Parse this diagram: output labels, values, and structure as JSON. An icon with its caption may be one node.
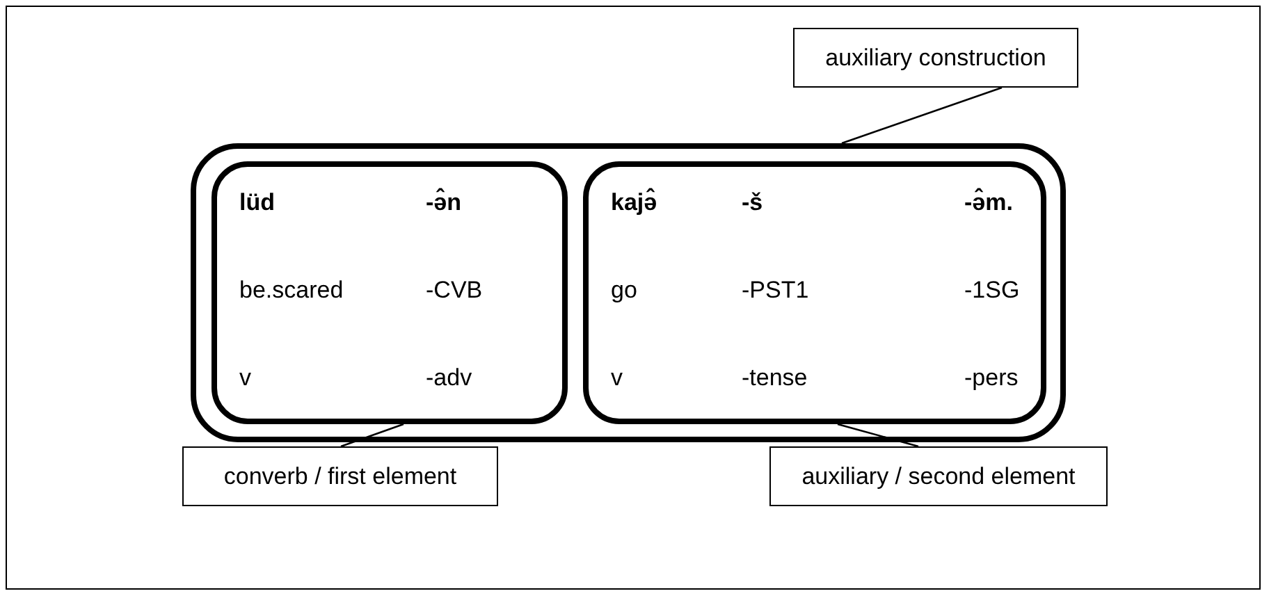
{
  "diagram": {
    "nodes": [
      {
        "text": [],
        "shape": "box"
      },
      {
        "text": [
          "lüd",
          "-ə̂n",
          "be.scared",
          "-CVB",
          "v",
          "-adv"
        ],
        "in": 0
      },
      {
        "text": [
          "kajə̂",
          "-š",
          "-ə̂m.",
          "go",
          "-PST1",
          "-1SG",
          "v",
          "-tense",
          "-pers"
        ],
        "in": 0
      },
      {
        "text": [
          "auxiliary construction"
        ]
      },
      {
        "text": [
          "converb / first element"
        ]
      },
      {
        "text": [
          "auxiliary / second element"
        ]
      }
    ],
    "edges": [
      {
        "from": 3,
        "to": 0,
        "arrow": "none"
      },
      {
        "from": 4,
        "to": 1,
        "arrow": "none"
      },
      {
        "from": 5,
        "to": 2,
        "arrow": "none"
      }
    ]
  }
}
